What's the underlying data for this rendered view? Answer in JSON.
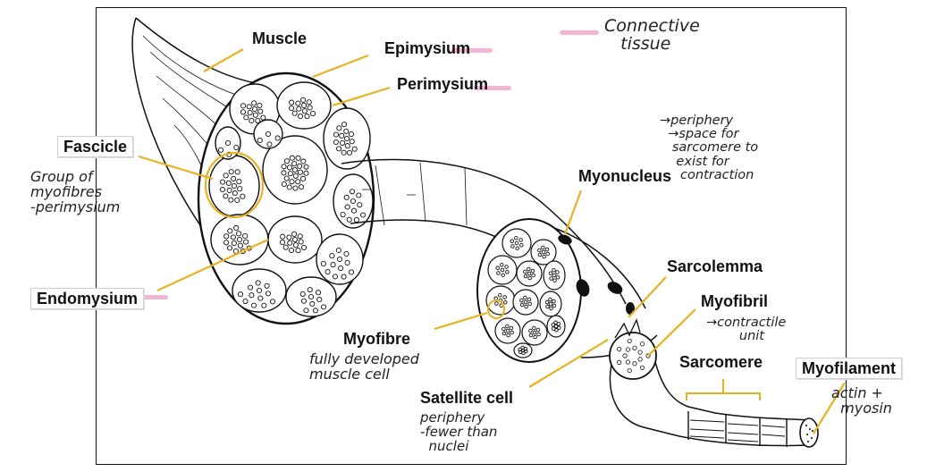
{
  "labels": {
    "muscle": "Muscle",
    "epimysium": "Epimysium",
    "perimysium": "Perimysium",
    "fascicle": "Fascicle",
    "endomysium": "Endomysium",
    "myonucleus": "Myonucleus",
    "sarcolemma": "Sarcolemma",
    "myofibril": "Myofibril",
    "myofibre": "Myofibre",
    "satellite_cell": "Satellite cell",
    "sarcomere": "Sarcomere",
    "myofilament": "Myofilament"
  },
  "notes": {
    "connective_tissue": "Connective\n   tissue",
    "fascicle_note": "Group of\nmyofibres\n-perimysium",
    "myonucleus_note": "→periphery\n  →space for\n   sarcomere to\n    exist for\n     contraction",
    "myofibril_note": "→contractile\n        unit",
    "myofibre_note": "fully developed\nmuscle cell",
    "satellite_note": "periphery\n-fewer than\n  nuclei",
    "myofilament_note": "actin +\n  myosin"
  },
  "colors": {
    "leader": "#e8b120",
    "highlight": "#f2b5d4",
    "ink": "#111111"
  }
}
